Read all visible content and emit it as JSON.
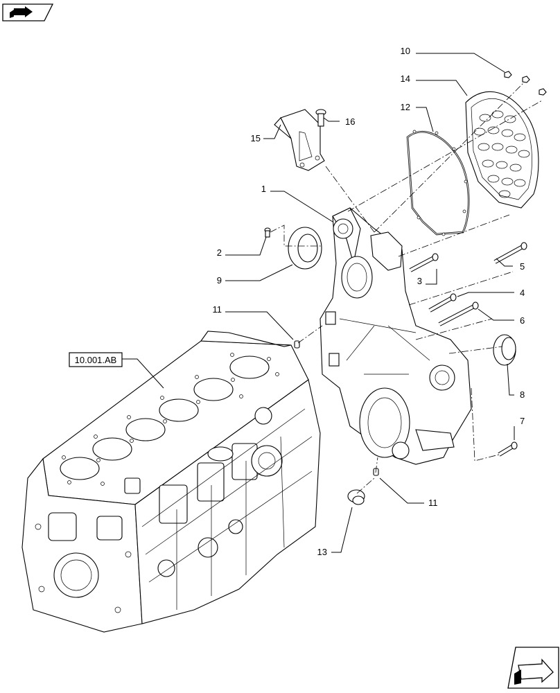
{
  "reference": {
    "label": "10.001.AB"
  },
  "callouts": [
    {
      "id": "c10",
      "label": "10"
    },
    {
      "id": "c14",
      "label": "14"
    },
    {
      "id": "c12",
      "label": "12"
    },
    {
      "id": "c16",
      "label": "16"
    },
    {
      "id": "c15",
      "label": "15"
    },
    {
      "id": "c1",
      "label": "1"
    },
    {
      "id": "c2",
      "label": "2"
    },
    {
      "id": "c9",
      "label": "9"
    },
    {
      "id": "c3",
      "label": "3"
    },
    {
      "id": "c5",
      "label": "5"
    },
    {
      "id": "c4",
      "label": "4"
    },
    {
      "id": "c6",
      "label": "6"
    },
    {
      "id": "c11a",
      "label": "11"
    },
    {
      "id": "c8",
      "label": "8"
    },
    {
      "id": "c7",
      "label": "7"
    },
    {
      "id": "c11b",
      "label": "11"
    },
    {
      "id": "c13",
      "label": "13"
    }
  ],
  "icons": {
    "top_left": "nav-back-arrow-icon",
    "bottom_right": "nav-forward-arrow-icon"
  }
}
